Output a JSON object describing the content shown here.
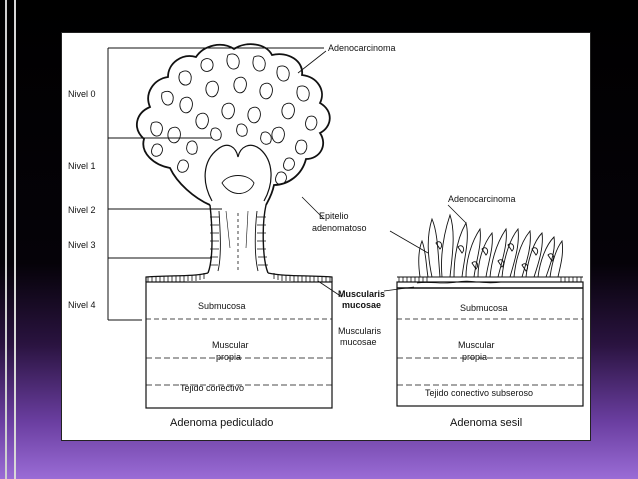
{
  "levels": [
    "Nivel 0",
    "Nivel 1",
    "Nivel 2",
    "Nivel 3",
    "Nivel 4"
  ],
  "labels": {
    "adenocarcinoma_left": "Adenocarcinoma",
    "adenocarcinoma_right": "Adenocarcinoma",
    "epitelio_1": "Epitelio",
    "epitelio_2": "adenomatoso",
    "mm_bold_1": "Muscularis",
    "mm_bold_2": "mucosae",
    "mm_1": "Muscularis",
    "mm_2": "mucosae",
    "submucosa_left": "Submucosa",
    "submucosa_right": "Submucosa",
    "mp_left_1": "Muscular",
    "mp_left_2": "propia",
    "mp_right_1": "Muscular",
    "mp_right_2": "propia",
    "tejido_left": "Tejido conectivo",
    "tejido_right": "Tejido conectivo subseroso"
  },
  "captions": {
    "left": "Adenoma pediculado",
    "right": "Adenoma sesil"
  },
  "colors": {
    "panel_bg": "#ffffff",
    "ink": "#111111",
    "background_top": "#000000",
    "background_bottom": "#9a6cd6"
  }
}
